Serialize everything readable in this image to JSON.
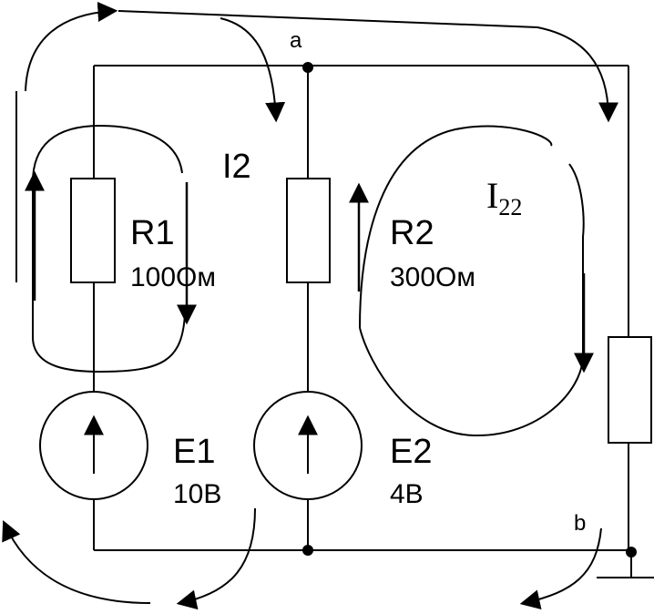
{
  "diagram": {
    "nodes": {
      "a": "a",
      "b": "b"
    },
    "loop_currents": {
      "left": "I2",
      "right": "I",
      "right_sub": "22"
    },
    "components": {
      "r1": {
        "name": "R1",
        "value": "100Ом"
      },
      "r2": {
        "name": "R2",
        "value": "300Ом"
      },
      "e1": {
        "name": "E1",
        "value": "10В"
      },
      "e2": {
        "name": "E2",
        "value": "4В"
      }
    }
  }
}
